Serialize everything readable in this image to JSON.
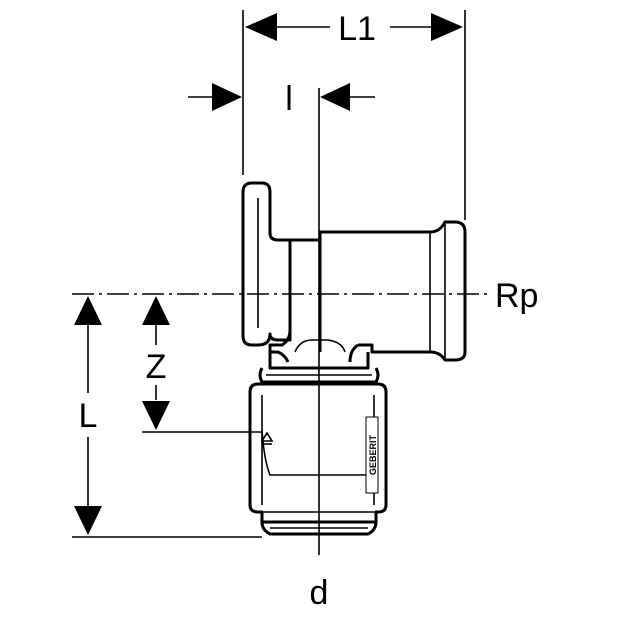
{
  "labels": {
    "L1": "L1",
    "l": "l",
    "Rp": "Rp",
    "Z": "Z",
    "L": "L",
    "d": "d"
  },
  "logo_text": "GEBERIT"
}
